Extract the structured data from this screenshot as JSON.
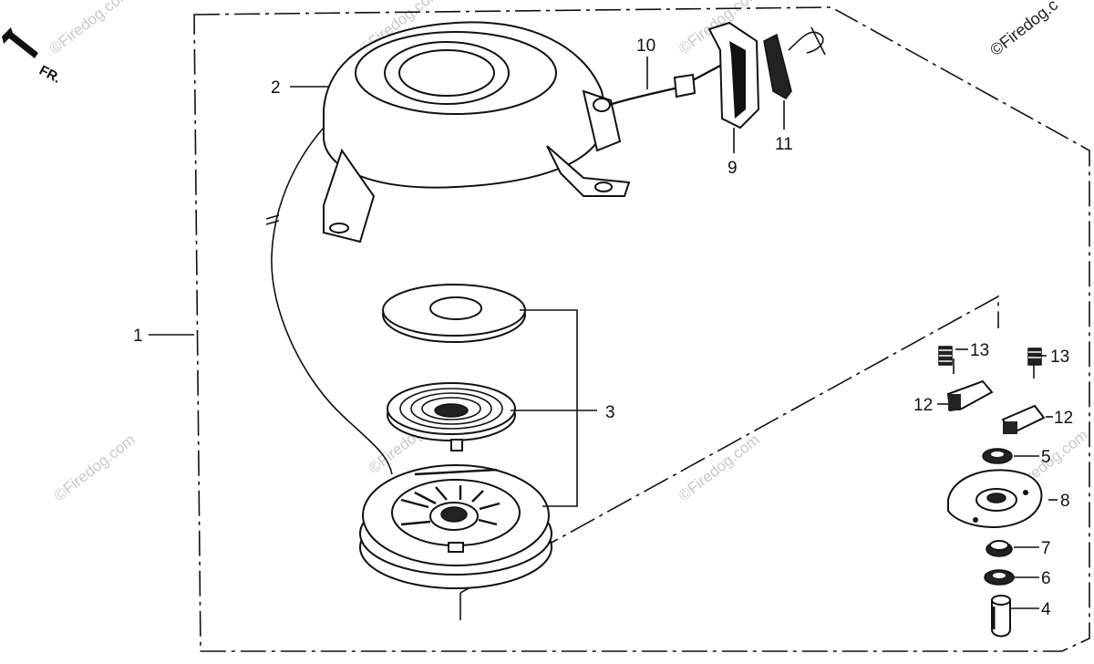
{
  "orientation_label": "FR.",
  "watermarks": {
    "corner": "©Firedog.c",
    "repeat": "©Firedog.com"
  },
  "callouts": [
    {
      "id": "1",
      "text": "1"
    },
    {
      "id": "2",
      "text": "2"
    },
    {
      "id": "3",
      "text": "3"
    },
    {
      "id": "4",
      "text": "4"
    },
    {
      "id": "5",
      "text": "5"
    },
    {
      "id": "6",
      "text": "6"
    },
    {
      "id": "7",
      "text": "7"
    },
    {
      "id": "8",
      "text": "8"
    },
    {
      "id": "9",
      "text": "9"
    },
    {
      "id": "10",
      "text": "10"
    },
    {
      "id": "11",
      "text": "11"
    },
    {
      "id": "12a",
      "text": "12"
    },
    {
      "id": "12b",
      "text": "12"
    },
    {
      "id": "13a",
      "text": "13"
    },
    {
      "id": "13b",
      "text": "13"
    }
  ]
}
